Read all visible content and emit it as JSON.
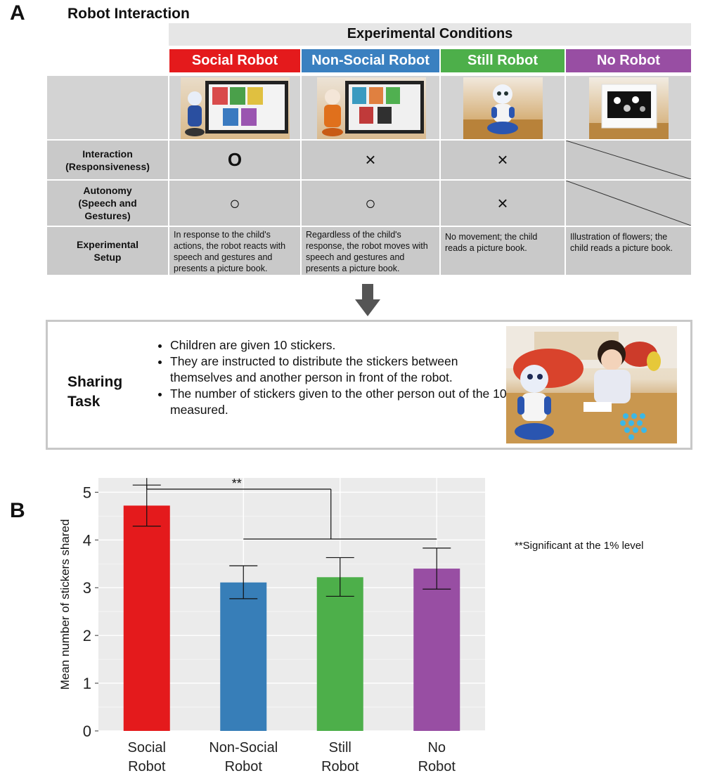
{
  "panel_a": {
    "letter": "A",
    "title": "Robot Interaction",
    "header": "Experimental Conditions",
    "conditions": [
      {
        "label": "Social Robot",
        "color": "#e41a1c"
      },
      {
        "label": "Non-Social Robot",
        "color": "#3a80c0"
      },
      {
        "label": "Still Robot",
        "color": "#4daf4a"
      },
      {
        "label": "No Robot",
        "color": "#984ea3"
      }
    ],
    "rows": {
      "interaction": {
        "label_line1": "Interaction",
        "label_line2": "(Responsiveness)",
        "marks": [
          "O",
          "×",
          "×",
          ""
        ]
      },
      "autonomy": {
        "label_line1": "Autonomy",
        "label_line2": "(Speech and",
        "label_line3": "Gestures)",
        "marks": [
          "○",
          "○",
          "×",
          ""
        ]
      },
      "setup": {
        "label_line1": "Experimental",
        "label_line2": "Setup",
        "texts": [
          "In response to the child's actions, the robot reacts with speech and gestures and presents a picture book.",
          "Regardless of the child's response, the robot moves with speech and gestures and presents a picture book.",
          "No movement; the child reads a picture book.",
          "Illustration of flowers; the child reads a picture book."
        ]
      }
    },
    "sharing_task": {
      "title_line1": "Sharing",
      "title_line2": "Task",
      "bullets": [
        "Children are given 10 stickers.",
        "They are instructed to distribute the stickers between themselves and another person in front of the robot.",
        "The number of stickers given to the other person out of the 10 is measured."
      ]
    }
  },
  "panel_b": {
    "letter": "B",
    "significance_marker": "**",
    "significance_note": "**Significant at the 1% level"
  },
  "chart_data": {
    "type": "bar",
    "categories": [
      [
        "Social",
        "Robot"
      ],
      [
        "Non-Social",
        "Robot"
      ],
      [
        "Still",
        "Robot"
      ],
      [
        "No",
        "Robot"
      ]
    ],
    "values": [
      4.72,
      3.11,
      3.22,
      3.4
    ],
    "error_low": [
      4.29,
      2.77,
      2.82,
      2.97
    ],
    "error_high": [
      5.15,
      3.46,
      3.63,
      3.83
    ],
    "colors": [
      "#e41a1c",
      "#377eb8",
      "#4daf4a",
      "#984ea3"
    ],
    "ylabel": "Mean number of stickers shared",
    "ylim": [
      0,
      5.3
    ],
    "yticks": [
      0,
      1,
      2,
      3,
      4,
      5
    ],
    "grid": true,
    "background": "#ebebeb"
  }
}
